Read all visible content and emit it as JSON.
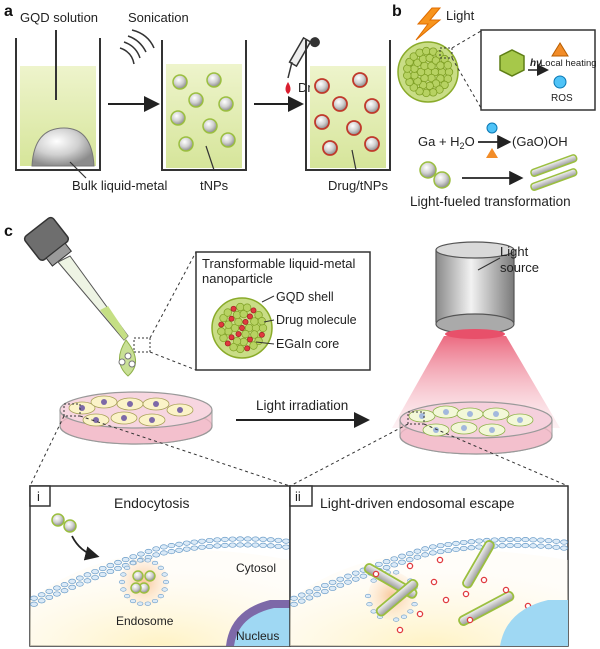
{
  "panel_a": {
    "letter": "a",
    "gqd_solution": "GQD solution",
    "sonication": "Sonication",
    "drug": "Drug",
    "bulk_liquid_metal": "Bulk liquid-metal",
    "tnps": "tNPs",
    "drug_tnps": "Drug/tNPs"
  },
  "panel_b": {
    "letter": "b",
    "light": "Light",
    "hv": "hν",
    "local_heating": "Local heating",
    "ros": "ROS",
    "reaction_left": "Ga + H",
    "reaction_sub": "2",
    "reaction_o": "O",
    "reaction_right": "(GaO)OH",
    "transformation": "Light-fueled transformation"
  },
  "panel_c": {
    "letter": "c",
    "inset_title_1": "Transformable liquid-metal",
    "inset_title_2": "nanoparticle",
    "gqd_shell": "GQD shell",
    "drug_molecule": "Drug molecule",
    "egain_core": "EGaIn core",
    "light_source_1": "Light",
    "light_source_2": "source",
    "light_irradiation": "Light irradiation",
    "sub_i": "i",
    "endocytosis": "Endocytosis",
    "cytosol": "Cytosol",
    "endosome": "Endosome",
    "nucleus": "Nucleus",
    "sub_ii": "ii",
    "endosomal_escape": "Light-driven endosomal escape"
  },
  "colors": {
    "solution_green": "#dfeaa6",
    "particle_green": "#a6c84a",
    "drug_red": "#e0393e",
    "dish_pink": "#f2b8c6",
    "light_red": "#e8506a",
    "membrane_blue": "#9dc3e6",
    "nucleus_purple": "#7d69a8",
    "nucleus_blue": "#9fd8f3"
  }
}
